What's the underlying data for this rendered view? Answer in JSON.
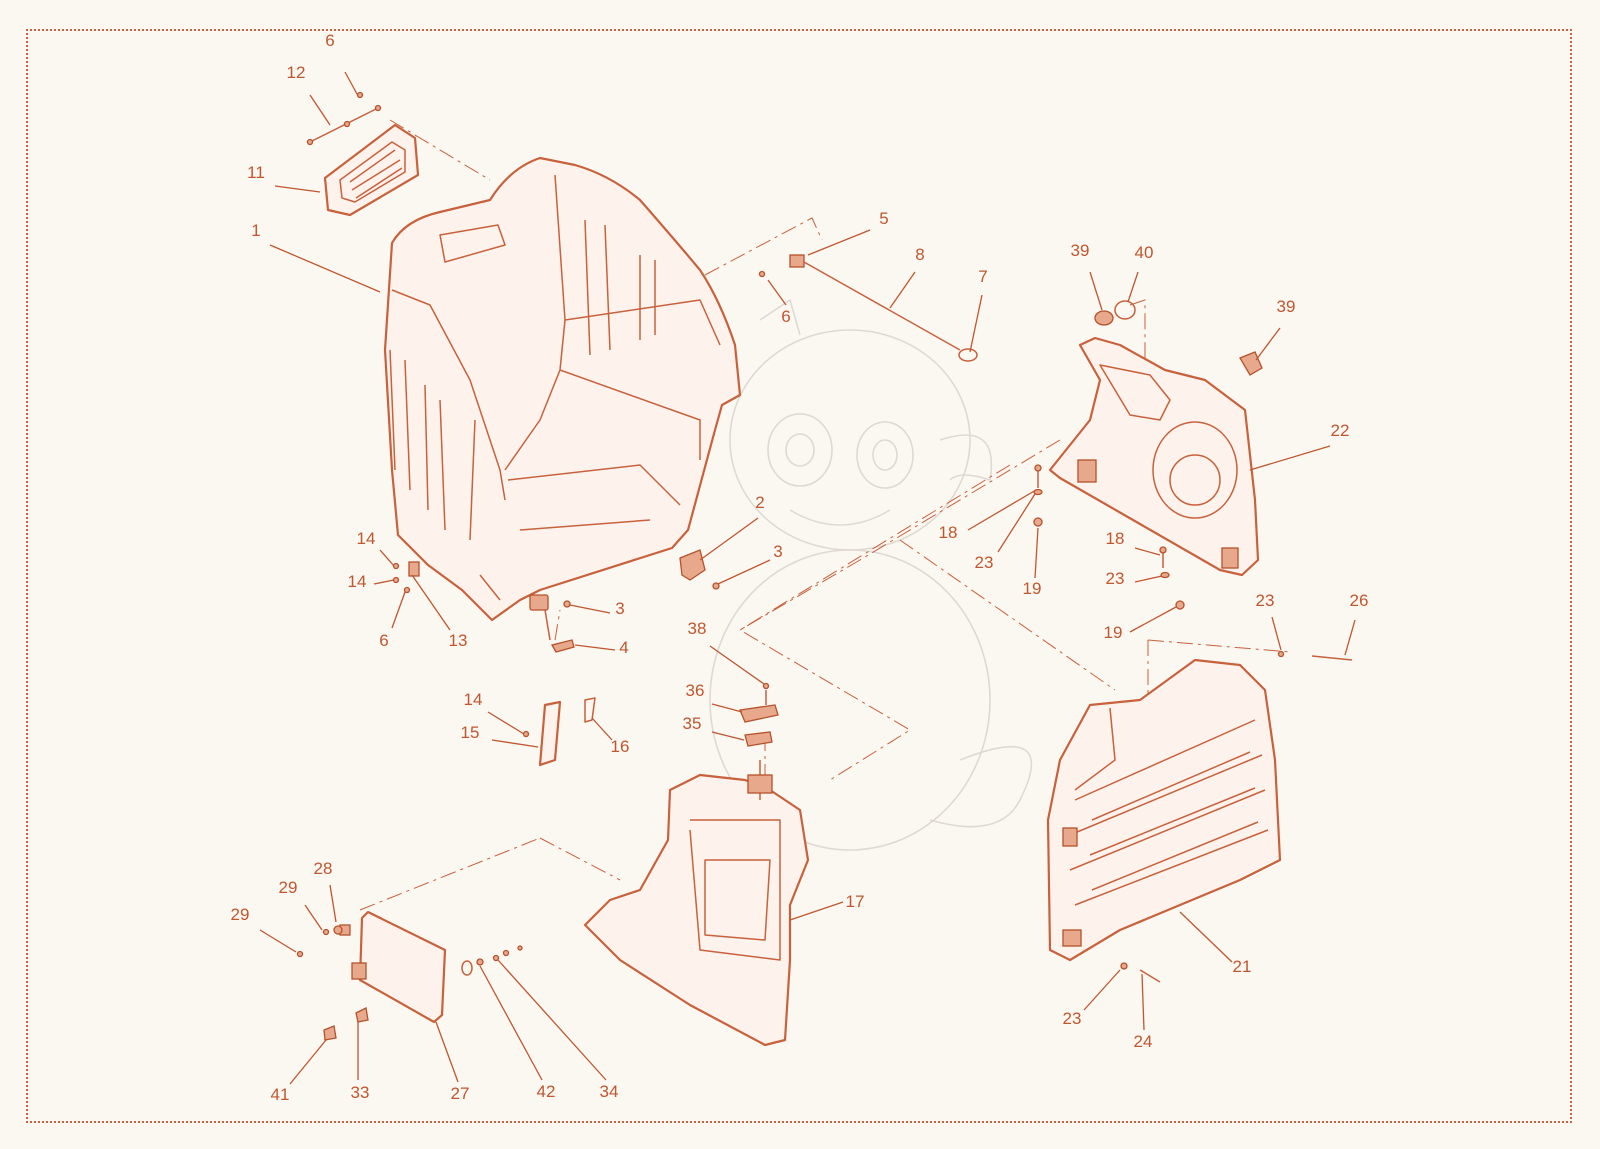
{
  "diagram": {
    "colors": {
      "accent": "#c8613c",
      "label": "#c0572f",
      "background": "#fbf7f1",
      "watermark": "#dcd6cf"
    },
    "parts": [
      {
        "id": "1",
        "label": "1"
      },
      {
        "id": "2",
        "label": "2"
      },
      {
        "id": "3a",
        "label": "3"
      },
      {
        "id": "3b",
        "label": "3"
      },
      {
        "id": "4",
        "label": "4"
      },
      {
        "id": "5",
        "label": "5"
      },
      {
        "id": "6a",
        "label": "6"
      },
      {
        "id": "6b",
        "label": "6"
      },
      {
        "id": "6c",
        "label": "6"
      },
      {
        "id": "7",
        "label": "7"
      },
      {
        "id": "8",
        "label": "8"
      },
      {
        "id": "11",
        "label": "11"
      },
      {
        "id": "12",
        "label": "12"
      },
      {
        "id": "13",
        "label": "13"
      },
      {
        "id": "14a",
        "label": "14"
      },
      {
        "id": "14b",
        "label": "14"
      },
      {
        "id": "14c",
        "label": "14"
      },
      {
        "id": "15",
        "label": "15"
      },
      {
        "id": "16",
        "label": "16"
      },
      {
        "id": "17",
        "label": "17"
      },
      {
        "id": "18a",
        "label": "18"
      },
      {
        "id": "18b",
        "label": "18"
      },
      {
        "id": "19a",
        "label": "19"
      },
      {
        "id": "19b",
        "label": "19"
      },
      {
        "id": "21",
        "label": "21"
      },
      {
        "id": "22",
        "label": "22"
      },
      {
        "id": "23a",
        "label": "23"
      },
      {
        "id": "23b",
        "label": "23"
      },
      {
        "id": "23c",
        "label": "23"
      },
      {
        "id": "23d",
        "label": "23"
      },
      {
        "id": "24",
        "label": "24"
      },
      {
        "id": "26",
        "label": "26"
      },
      {
        "id": "27",
        "label": "27"
      },
      {
        "id": "28",
        "label": "28"
      },
      {
        "id": "29a",
        "label": "29"
      },
      {
        "id": "29b",
        "label": "29"
      },
      {
        "id": "33",
        "label": "33"
      },
      {
        "id": "34",
        "label": "34"
      },
      {
        "id": "35",
        "label": "35"
      },
      {
        "id": "36",
        "label": "36"
      },
      {
        "id": "38",
        "label": "38"
      },
      {
        "id": "39a",
        "label": "39"
      },
      {
        "id": "39b",
        "label": "39"
      },
      {
        "id": "40",
        "label": "40"
      },
      {
        "id": "41",
        "label": "41"
      },
      {
        "id": "42",
        "label": "42"
      }
    ]
  }
}
